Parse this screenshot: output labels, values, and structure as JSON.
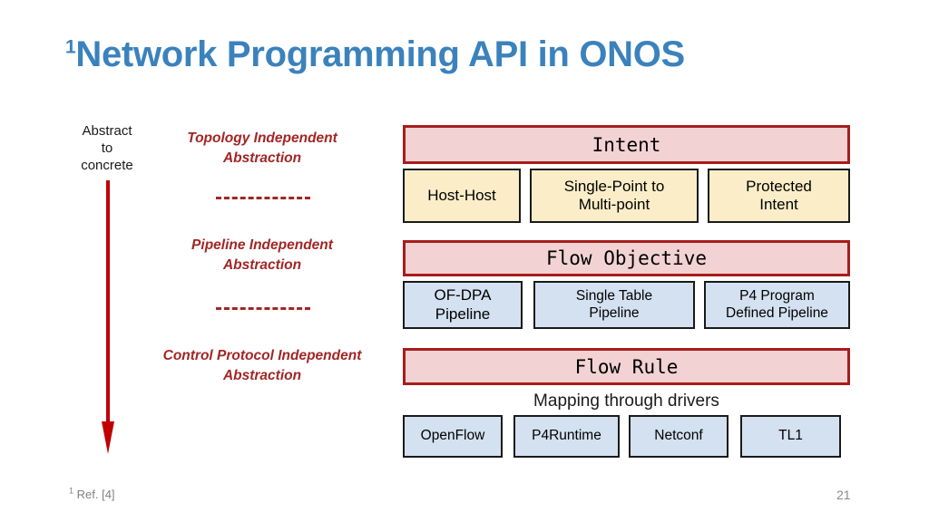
{
  "slide": {
    "title_superscript": "1",
    "title": "Network Programming API in ONOS",
    "page_number": "21",
    "footnote_superscript": "1",
    "footnote": " Ref. [4]",
    "title_color": "#3b82bd",
    "accent_red": "#a32525",
    "band_fill": "#f2d2d2",
    "band_border": "#a81c1c",
    "cream_fill": "#faedc8",
    "blue_fill": "#d3e1f0",
    "arrow_color": "#c00000"
  },
  "axis": {
    "label": "Abstract\nto\nconcrete",
    "direction": "down"
  },
  "abstractions": [
    {
      "id": "topology",
      "label": "Topology Independent\nAbstraction"
    },
    {
      "id": "pipeline",
      "label": "Pipeline Independent\nAbstraction"
    },
    {
      "id": "control",
      "label": "Control Protocol Independent\nAbstraction"
    }
  ],
  "separators": [
    {
      "id": "dash-1"
    },
    {
      "id": "dash-2"
    }
  ],
  "stack": {
    "bands": {
      "intent": "Intent",
      "flow_objective": "Flow Objective",
      "flow_rule": "Flow Rule"
    },
    "mapping_note": "Mapping through drivers",
    "intent_types": [
      {
        "label": "Host-Host"
      },
      {
        "label": "Single-Point to\nMulti-point"
      },
      {
        "label": "Protected\nIntent"
      }
    ],
    "pipelines": [
      {
        "label": "OF-DPA\nPipeline"
      },
      {
        "label": "Single Table\nPipeline"
      },
      {
        "label": "P4 Program\nDefined Pipeline"
      }
    ],
    "drivers": [
      {
        "label": "OpenFlow"
      },
      {
        "label": "P4Runtime"
      },
      {
        "label": "Netconf"
      },
      {
        "label": "TL1"
      }
    ]
  }
}
